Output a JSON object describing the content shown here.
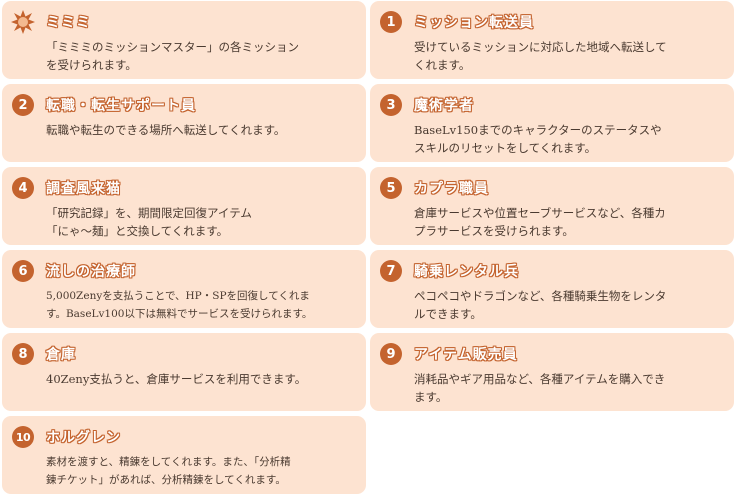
{
  "colors": {
    "card_bg": "#fde3d1",
    "accent": "#c4632e",
    "text": "#4a3a30"
  },
  "cards": [
    {
      "icon": "star-icon",
      "title": "ミミミ",
      "desc": "「ミミミのミッションマスター」の各ミッション\nを受けられます。"
    },
    {
      "number": "1",
      "title": "ミッション転送員",
      "desc": "受けているミッションに対応した地域へ転送して\nくれます。"
    },
    {
      "number": "2",
      "title": "転職・転生サポート員",
      "desc": "転職や転生のできる場所へ転送してくれます。"
    },
    {
      "number": "3",
      "title": "魔術学者",
      "desc": "BaseLv150までのキャラクターのステータスや\nスキルのリセットをしてくれます。"
    },
    {
      "number": "4",
      "title": "調査風来猫",
      "desc": "「研究記録」を、期間限定回復アイテム\n「にゃ～麺」と交換してくれます。"
    },
    {
      "number": "5",
      "title": "カプラ職員",
      "desc": "倉庫サービスや位置セーブサービスなど、各種カ\nプラサービスを受けられます。"
    },
    {
      "number": "6",
      "title": "流しの治療師",
      "desc": "5,000Zenyを支払うことで、HP・SPを回復してくれま\nす。BaseLv100以下は無料でサービスを受けられます。"
    },
    {
      "number": "7",
      "title": "騎乗レンタル兵",
      "desc": "ペコペコやドラゴンなど、各種騎乗生物をレンタ\nルできます。"
    },
    {
      "number": "8",
      "title": "倉庫",
      "desc": "40Zeny支払うと、倉庫サービスを利用できます。"
    },
    {
      "number": "9",
      "title": "アイテム販売員",
      "desc": "消耗品やギア用品など、各種アイテムを購入でき\nます。"
    },
    {
      "number": "10",
      "title": "ホルグレン",
      "desc": "素材を渡すと、精錬をしてくれます。また、「分析精\n錬チケット」があれば、分析精錬をしてくれます。"
    }
  ]
}
